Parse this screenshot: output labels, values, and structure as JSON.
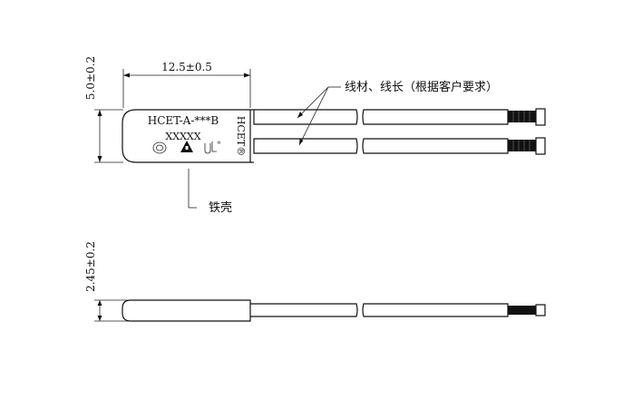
{
  "top_view": {
    "length_dim": "12.5±0.5",
    "height_dim": "5.0±0.2",
    "body_line1": "HCET-A-***B",
    "body_line2": "XXXXX",
    "side_brand": "HCET®",
    "wire_note": "线材、线长（根据客户要求）",
    "shell_note": "铁壳"
  },
  "side_view": {
    "thickness_dim": "2.45±0.2"
  }
}
